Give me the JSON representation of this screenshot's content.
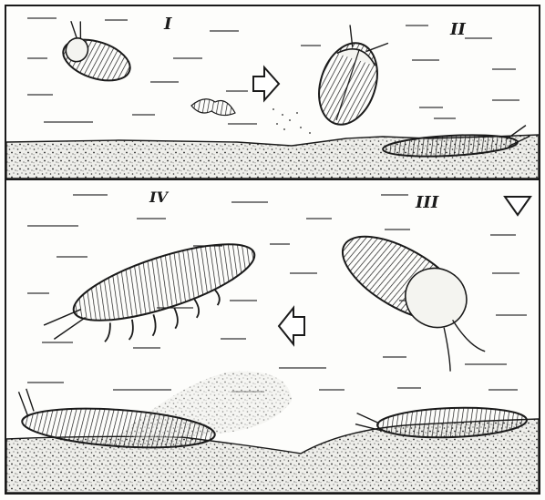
{
  "figure": {
    "panels": [
      {
        "id": "panel-top",
        "stage_labels": [
          "I",
          "II"
        ]
      },
      {
        "id": "panel-bottom",
        "stage_labels": [
          "IV",
          "III"
        ]
      }
    ],
    "arrows": [
      {
        "from": "I",
        "to": "II",
        "direction": "right"
      },
      {
        "from": "II",
        "to": "III",
        "direction": "down"
      },
      {
        "from": "III",
        "to": "IV",
        "direction": "left"
      }
    ],
    "colors": {
      "ink": "#1a1a1a",
      "paper": "#fdfdfb",
      "sediment": "#d9d9d4"
    }
  }
}
